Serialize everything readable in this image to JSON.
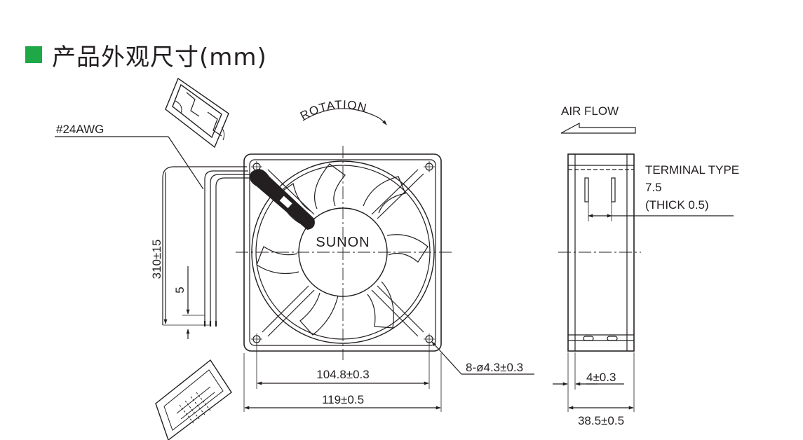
{
  "heading": {
    "text": "产品外观尺寸(mm)"
  },
  "colors": {
    "accent": "#1fa847",
    "ink": "#231f20"
  },
  "labels": {
    "wire_gauge": "#24AWG",
    "rotation": "ROTATION",
    "airflow": "AIR FLOW",
    "brand": "SUNON",
    "terminal_type": "TERMINAL TYPE",
    "terminal_size": "7.5",
    "terminal_thick": "(THICK 0.5)"
  },
  "dimensions": {
    "lead_length": "310±15",
    "strip_length": "5",
    "hole_pitch": "104.8±0.3",
    "frame_width": "119±0.5",
    "mount_holes": "8-ø4.3±0.3",
    "flange": "4±0.3",
    "depth": "38.5±0.5"
  }
}
